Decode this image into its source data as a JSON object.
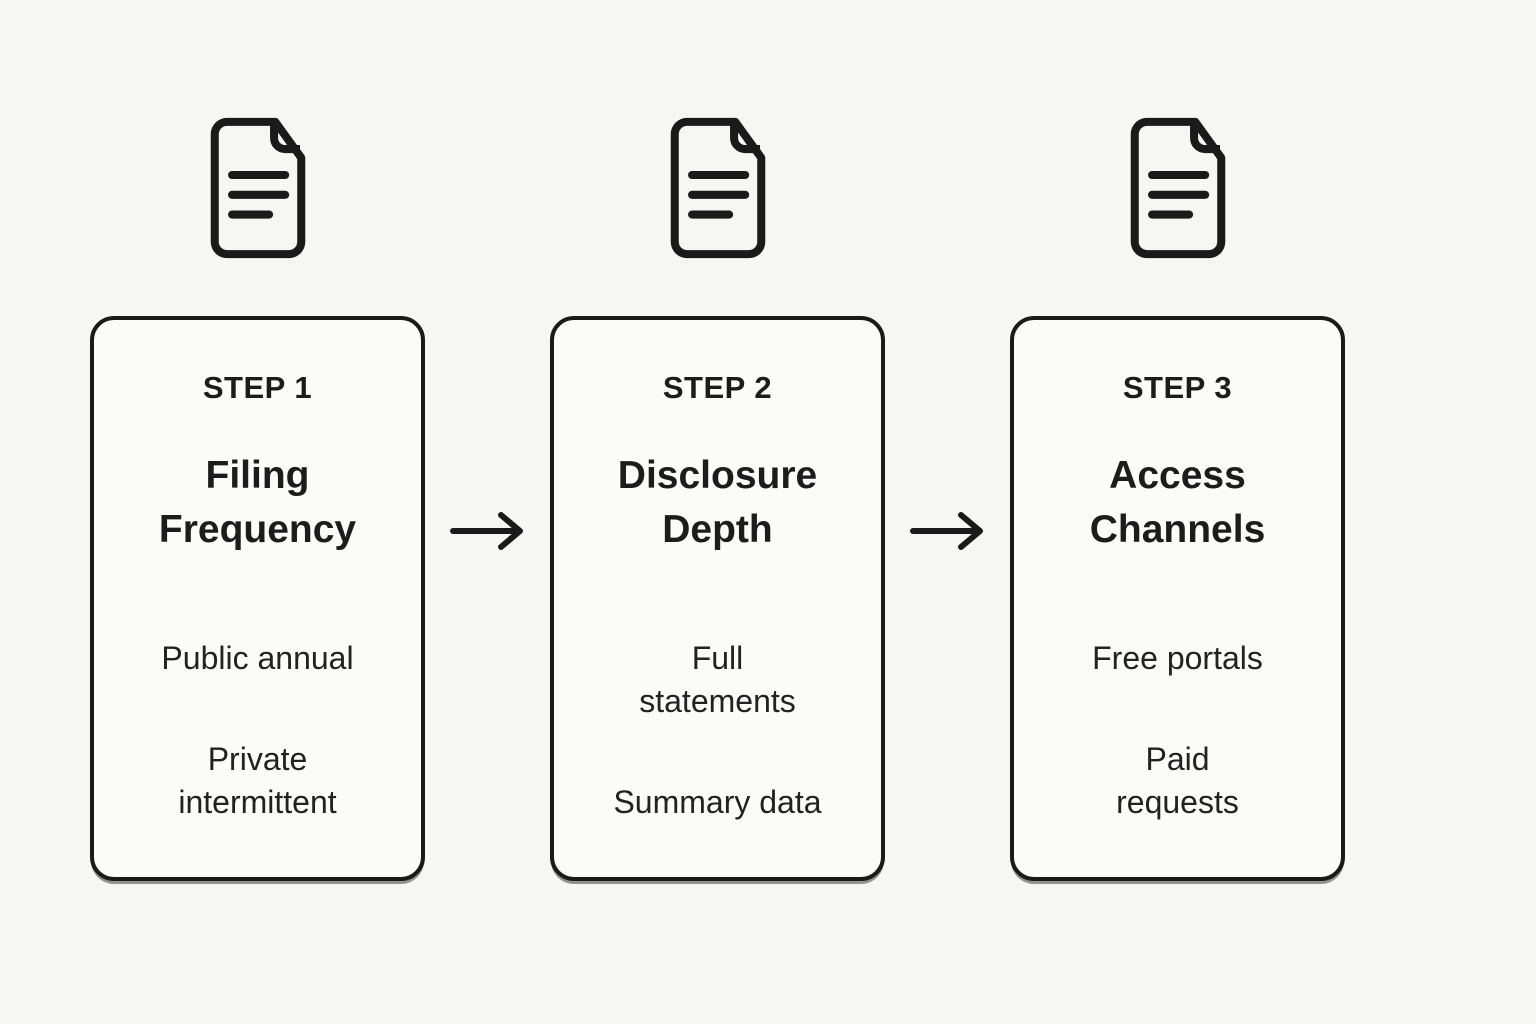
{
  "canvas": {
    "background_color": "#f6f6f4",
    "ink_color": "#1a1a1a",
    "card_fill_color": "#fbfbfa"
  },
  "icons": {
    "step_icon": "document-icon",
    "connector_icon": "arrow-right-icon"
  },
  "steps": [
    {
      "label": "STEP 1",
      "title": "Filing\nFrequency",
      "items": [
        "Public annual",
        "Private\nintermittent"
      ]
    },
    {
      "label": "STEP 2",
      "title": "Disclosure\nDepth",
      "items": [
        "Full\nstatements",
        "Summary data"
      ]
    },
    {
      "label": "STEP 3",
      "title": "Access\nChannels",
      "items": [
        "Free portals",
        "Paid\nrequests"
      ]
    }
  ]
}
